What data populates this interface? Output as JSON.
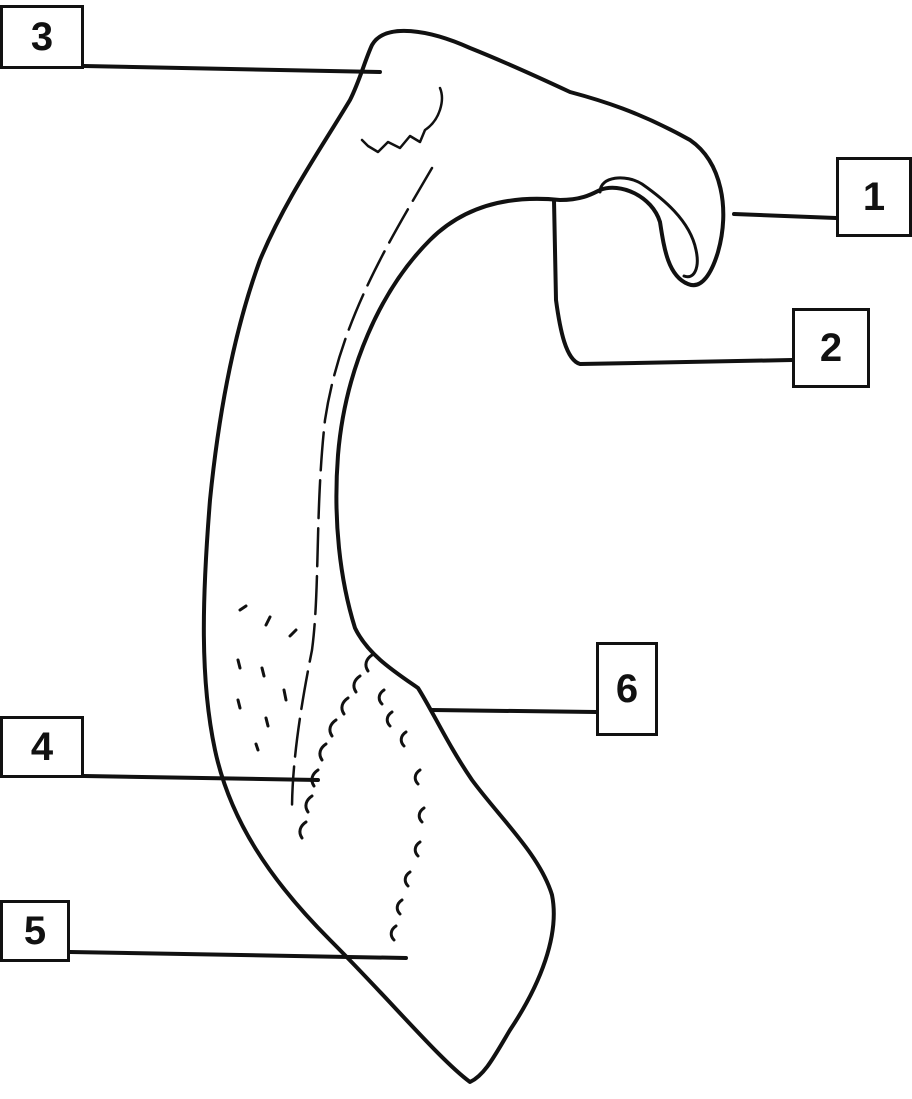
{
  "labels": [
    {
      "id": "1",
      "text": "1"
    },
    {
      "id": "2",
      "text": "2"
    },
    {
      "id": "3",
      "text": "3"
    },
    {
      "id": "4",
      "text": "4"
    },
    {
      "id": "5",
      "text": "5"
    },
    {
      "id": "6",
      "text": "6"
    }
  ],
  "colors": {
    "ink": "#111111",
    "background": "#ffffff"
  }
}
